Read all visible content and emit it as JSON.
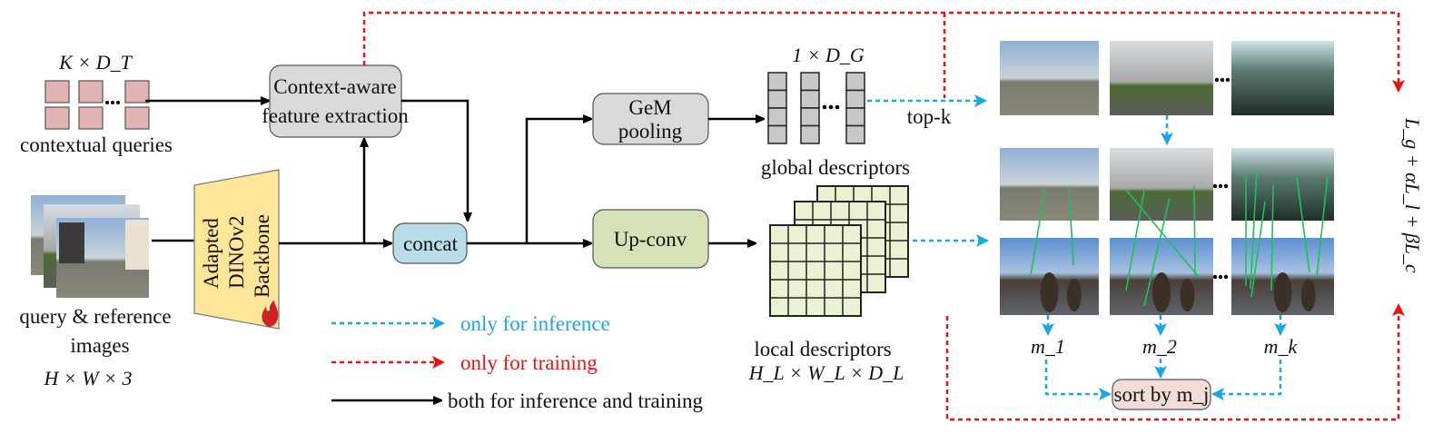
{
  "diagram": {
    "contextual_queries": {
      "dims": "K × D_T",
      "label": "contextual queries"
    },
    "images_input": {
      "label_line1": "query & reference",
      "label_line2": "images",
      "dims": "H × W × 3"
    },
    "backbone": {
      "line1": "Adapted",
      "line2": "DINOv2",
      "line3": "Backbone",
      "icon": "flame-icon"
    },
    "context_block": {
      "line1": "Context-aware",
      "line2": "feature extraction"
    },
    "concat": {
      "label": "concat"
    },
    "gem": {
      "line1": "GeM",
      "line2": "pooling"
    },
    "upconv": {
      "label": "Up-conv"
    },
    "global_descriptors": {
      "dims": "1 × D_G",
      "label": "global descriptors"
    },
    "local_descriptors": {
      "label": "local descriptors",
      "dims": "H_L × W_L × D_L"
    },
    "topk": {
      "label": "top-k"
    },
    "scores": [
      "m_1",
      "m_2",
      "m_k"
    ],
    "sort": {
      "label": "sort by m_j"
    },
    "loss": {
      "label": "L_g + αL_l + βL_c"
    },
    "legend": [
      {
        "label": "only for inference",
        "color": "#1aa7e6"
      },
      {
        "label": "only for training",
        "color": "#ee1111"
      },
      {
        "label": "both for inference and training",
        "color": "#000000"
      }
    ]
  }
}
